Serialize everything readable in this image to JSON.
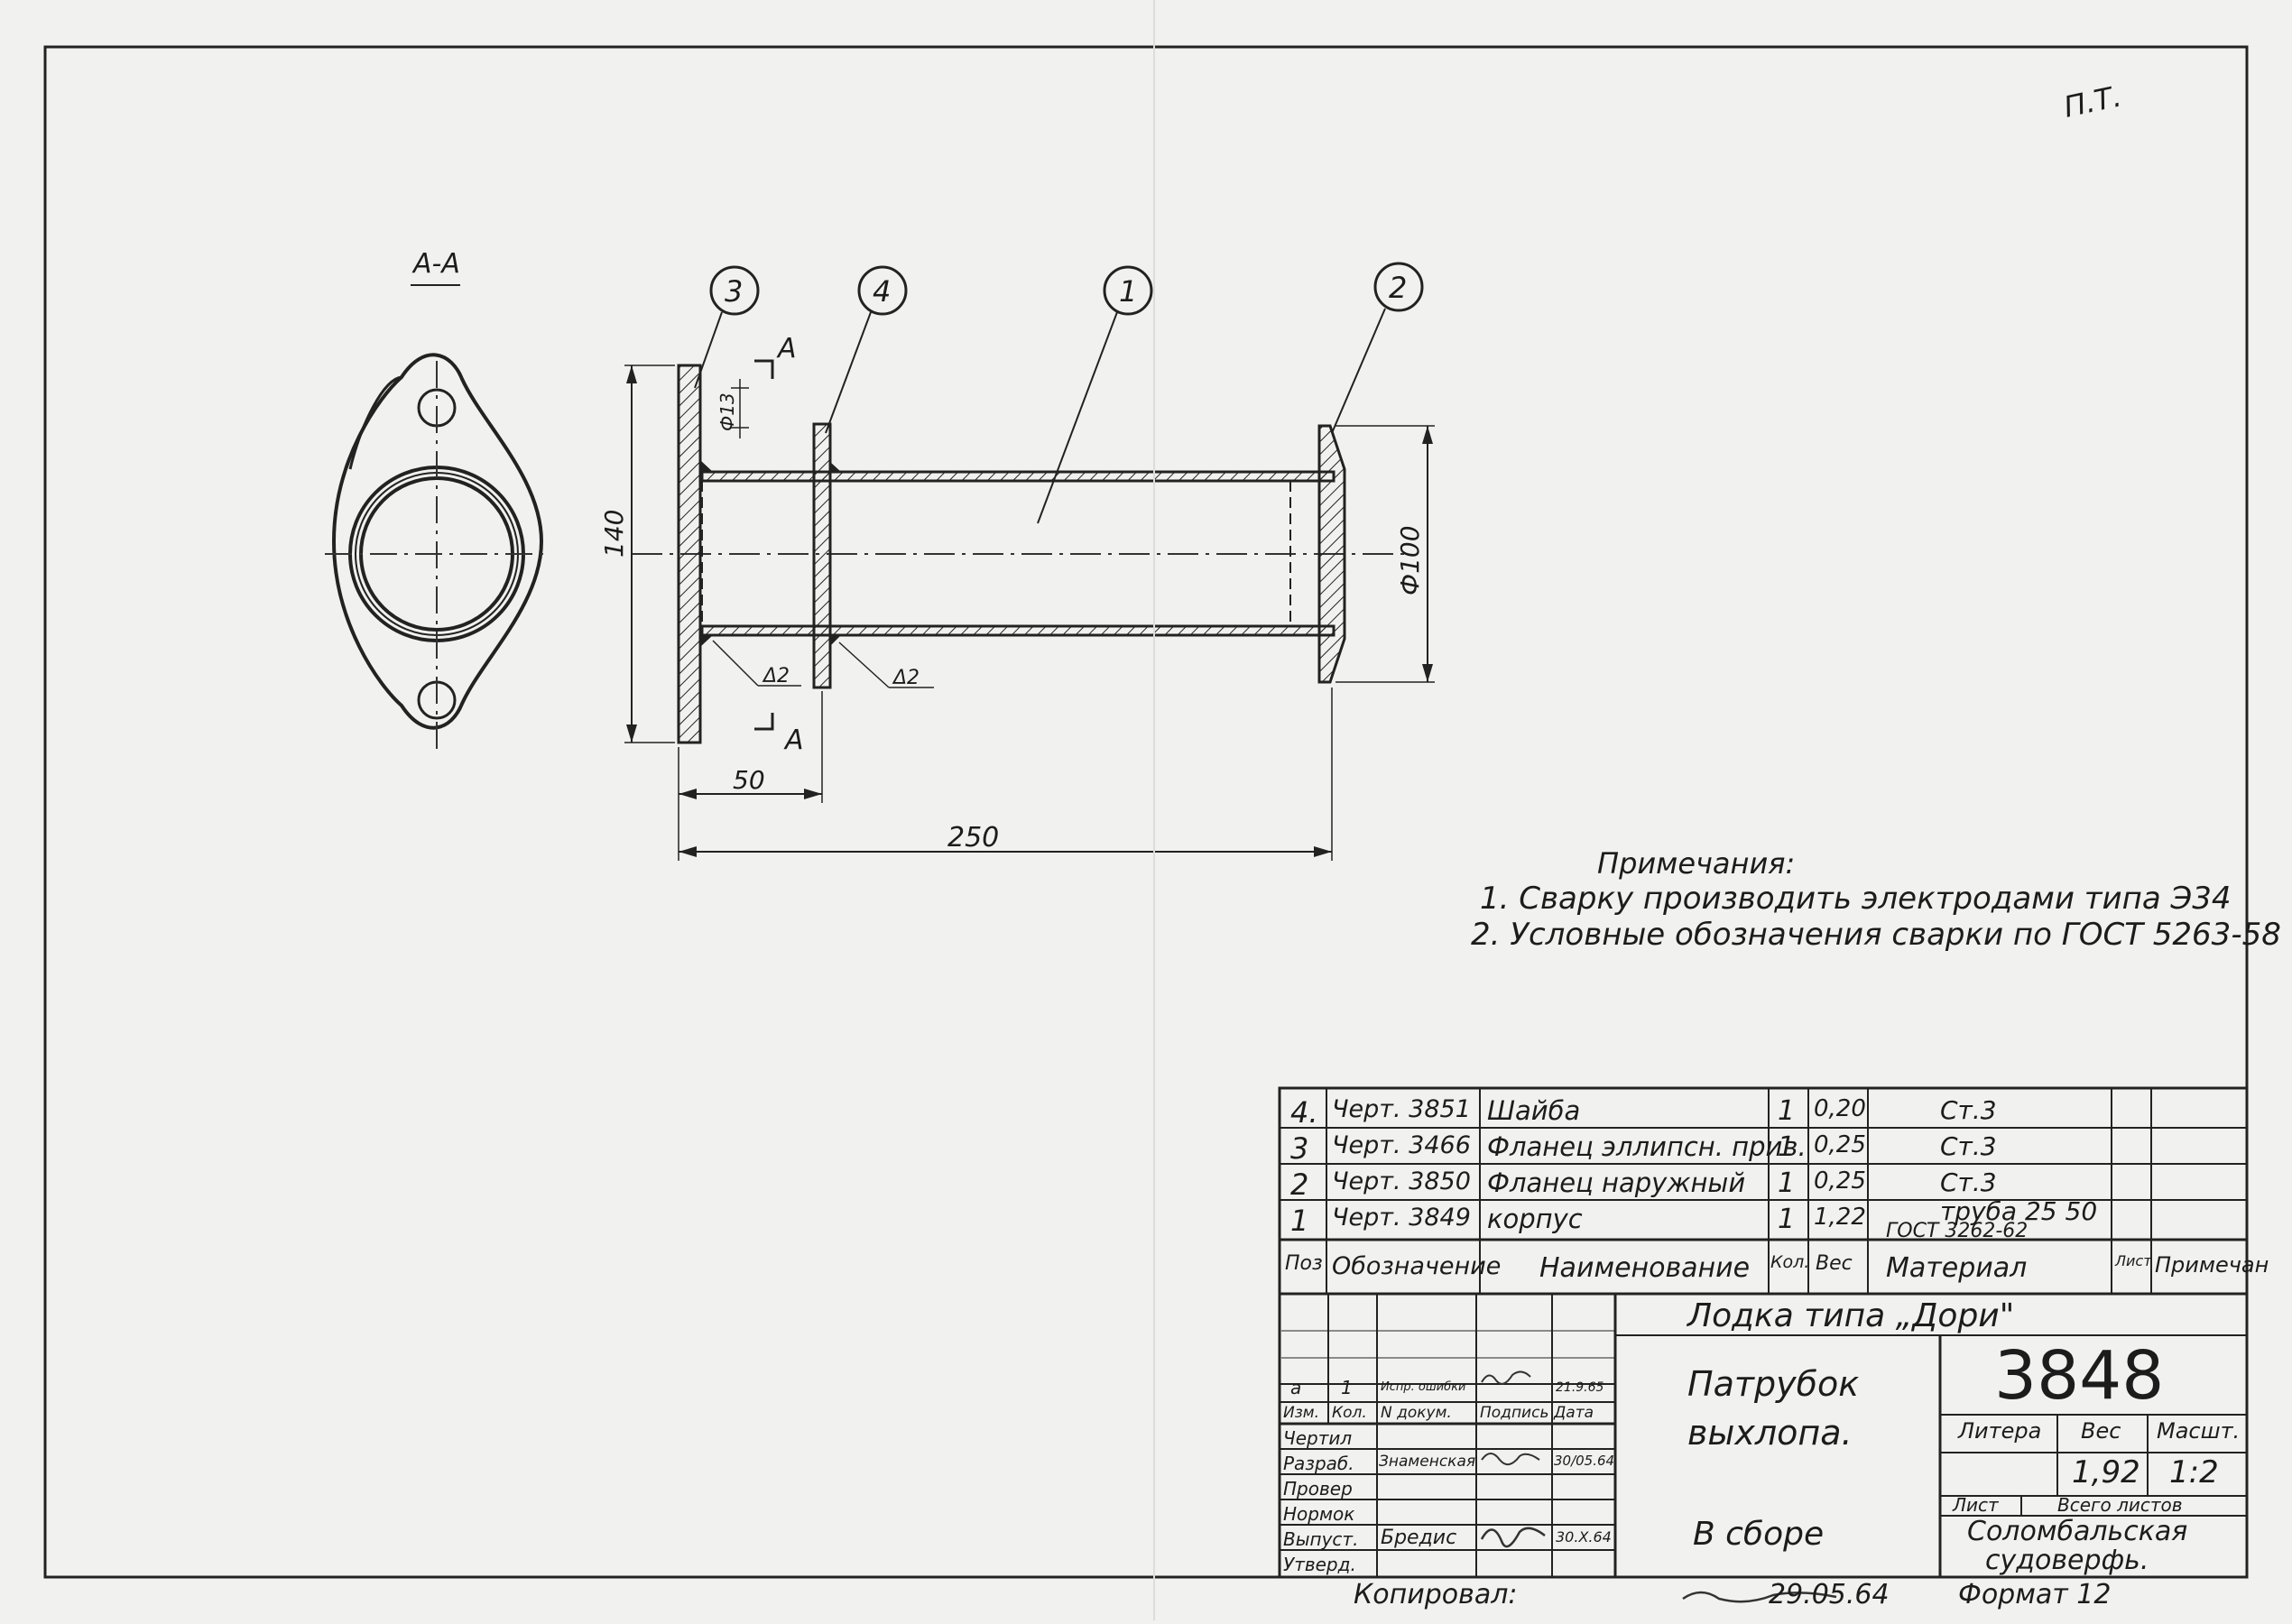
{
  "drawing": {
    "section_label": "А-А",
    "section_mark": "А",
    "callouts": [
      "3",
      "4",
      "1",
      "2"
    ],
    "dimensions": {
      "flange_height": "140",
      "hole_dia": "Ф13",
      "pipe_dia": "Ф100",
      "offset": "50",
      "length": "250",
      "weld_mark": "Δ2"
    },
    "corner_mark": "П.Т."
  },
  "notes": {
    "heading": "Примечания:",
    "items": [
      "1. Сварку производить электродами типа Э34",
      "2. Условные обозначения сварки по ГОСТ 5263-58"
    ]
  },
  "bom": {
    "headers": [
      "Поз",
      "Обозначение",
      "Наименование",
      "Кол.",
      "Вес",
      "Материал",
      "Лист",
      "Примечан"
    ],
    "rows": [
      {
        "pos": "4.",
        "ref": "Черт. 3851",
        "name": "Шайба",
        "qty": "1",
        "weight": "0,20",
        "material": "Ст.3"
      },
      {
        "pos": "3",
        "ref": "Черт. 3466",
        "name": "Фланец эллипсн. прив.",
        "qty": "1",
        "weight": "0,25",
        "material": "Ст.3"
      },
      {
        "pos": "2",
        "ref": "Черт. 3850",
        "name": "Фланец наружный",
        "qty": "1",
        "weight": "0,25",
        "material": "Ст.3"
      },
      {
        "pos": "1",
        "ref": "Черт. 3849",
        "name": "корпус",
        "qty": "1",
        "weight": "1,22",
        "material": "труба 25 50",
        "material_2": "ГОСТ 3262-62"
      }
    ]
  },
  "title_block": {
    "project": "Лодка типа „Дори\"",
    "drawing_number": "3848",
    "part_name_1": "Патрубок",
    "part_name_2": "выхлопа.",
    "assembly": "В сборе",
    "litera_label": "Литера",
    "weight_label": "Вес",
    "scale_label": "Масшт.",
    "weight": "1,92",
    "scale": "1:2",
    "sheet_label": "Лист",
    "total_sheets_label": "Всего листов",
    "org_1": "Соломбальская",
    "org_2": "судоверфь.",
    "rev_letter": "а",
    "rev_qty": "1",
    "rev_doc": "Испр. ошибки",
    "rev_date": "21.9.65",
    "rev_header": [
      "Изм.",
      "Кол.",
      "N докум.",
      "Подпись",
      "Дата"
    ],
    "roles": [
      "Чертил",
      "Разраб.",
      "Провер",
      "Нормок",
      "Выпуст.",
      "Утверд."
    ],
    "developer": "Знаменская",
    "developer_date": "30/05.64",
    "issuer": "Бредис",
    "issuer_date": "30.X.64",
    "copied_label": "Копировал:",
    "copied_date": "29.05.64",
    "format": "Формат 12"
  }
}
